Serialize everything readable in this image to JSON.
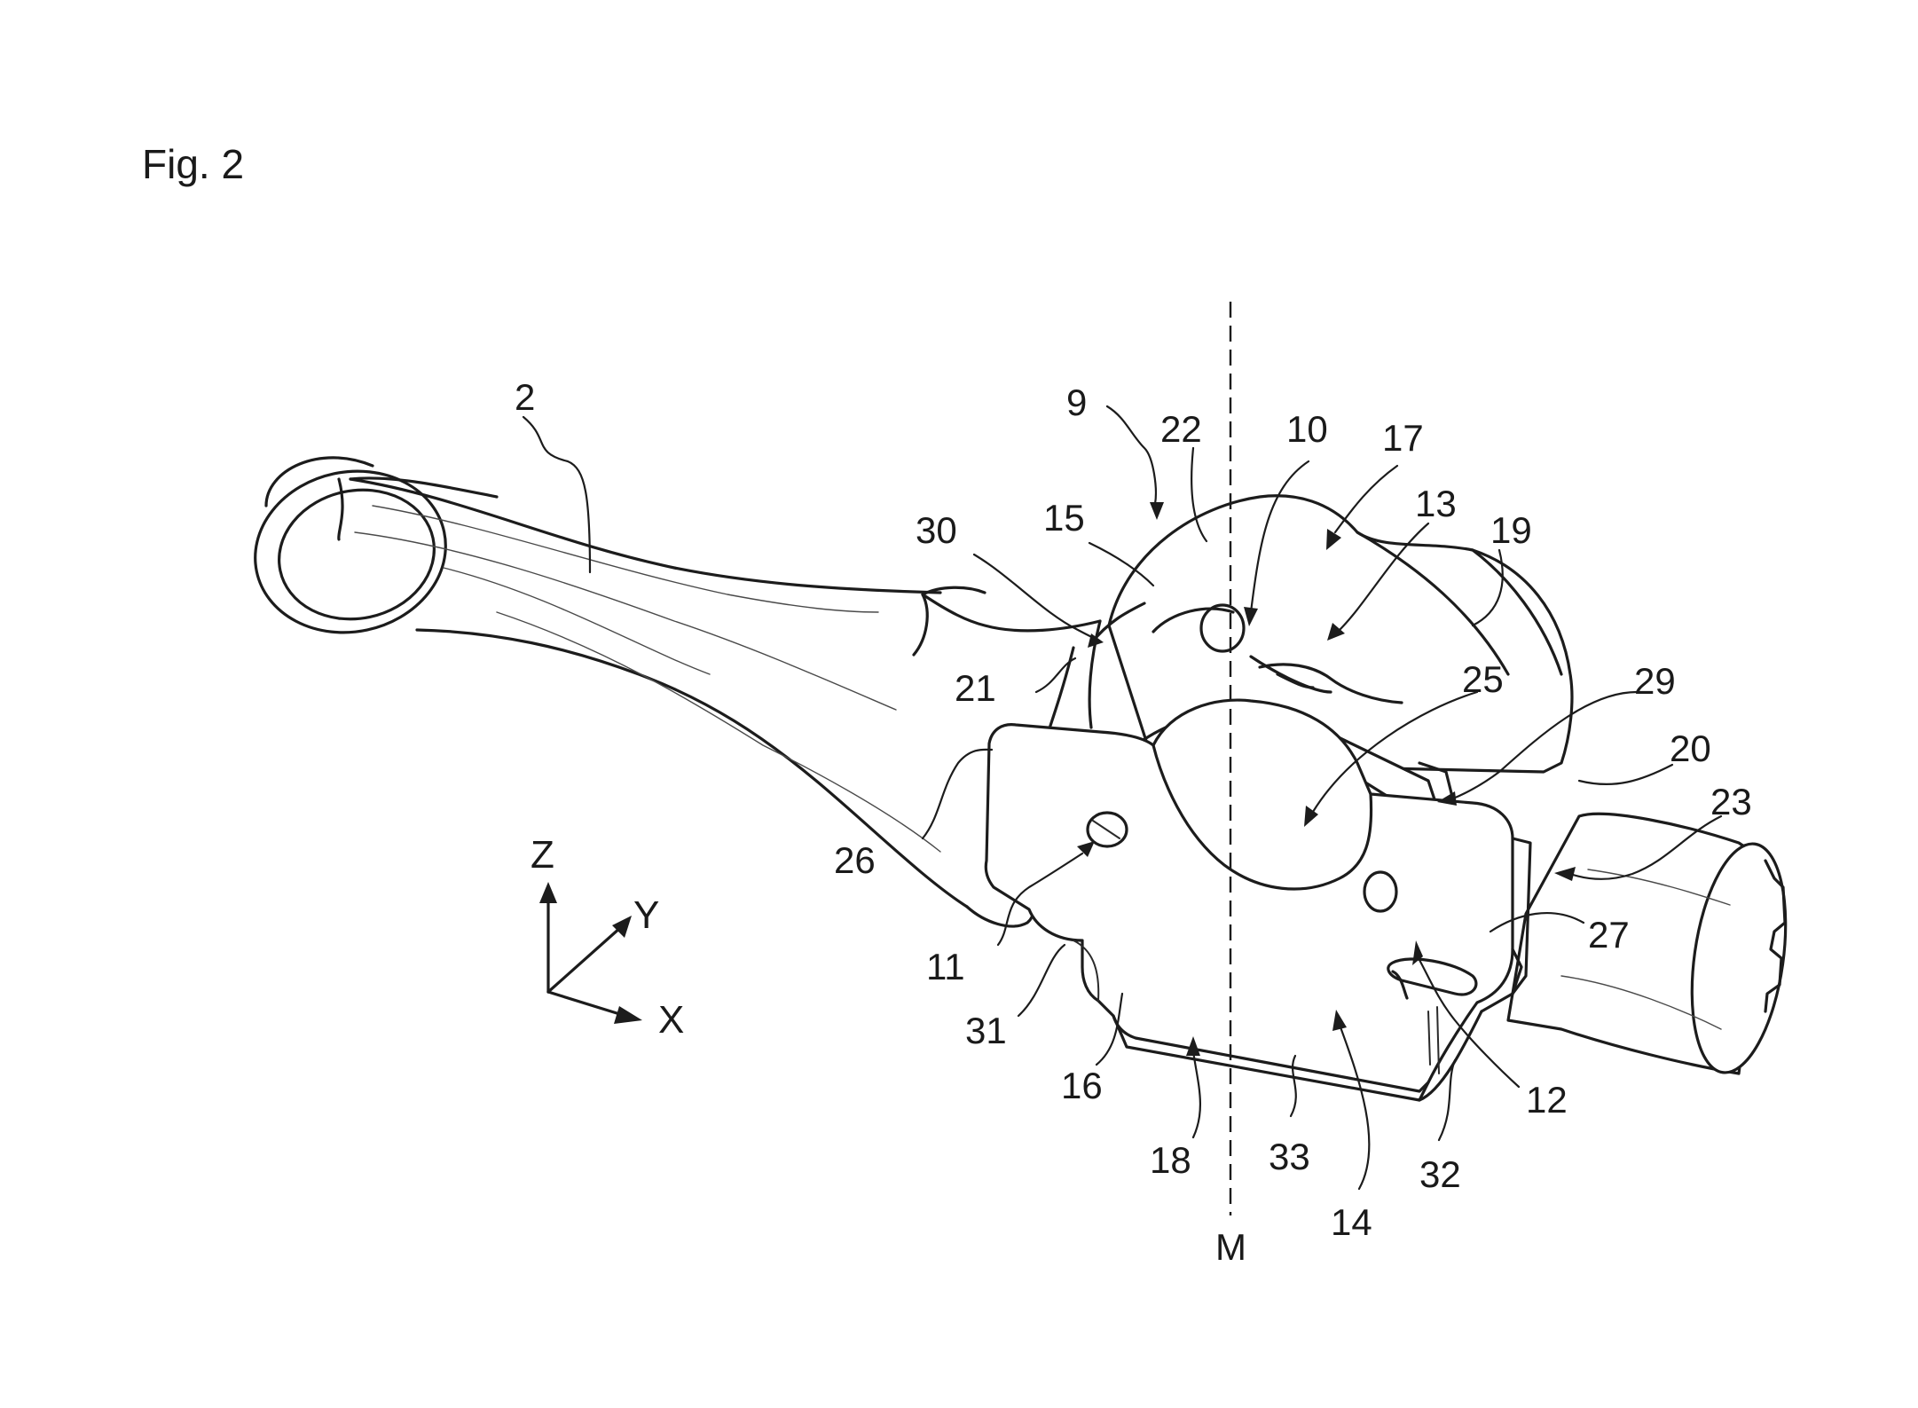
{
  "figure": {
    "title": "Fig. 2"
  },
  "reference_numerals": [
    {
      "id": "n2",
      "text": "2"
    },
    {
      "id": "n9",
      "text": "9"
    },
    {
      "id": "n22",
      "text": "22"
    },
    {
      "id": "n10",
      "text": "10"
    },
    {
      "id": "n17",
      "text": "17"
    },
    {
      "id": "n13",
      "text": "13"
    },
    {
      "id": "n19",
      "text": "19"
    },
    {
      "id": "n30",
      "text": "30"
    },
    {
      "id": "n15",
      "text": "15"
    },
    {
      "id": "n21",
      "text": "21"
    },
    {
      "id": "n25",
      "text": "25"
    },
    {
      "id": "n29",
      "text": "29"
    },
    {
      "id": "n20",
      "text": "20"
    },
    {
      "id": "n23",
      "text": "23"
    },
    {
      "id": "n26",
      "text": "26"
    },
    {
      "id": "n27",
      "text": "27"
    },
    {
      "id": "n11",
      "text": "11"
    },
    {
      "id": "n31",
      "text": "31"
    },
    {
      "id": "n16",
      "text": "16"
    },
    {
      "id": "n18",
      "text": "18"
    },
    {
      "id": "n33",
      "text": "33"
    },
    {
      "id": "n14",
      "text": "14"
    },
    {
      "id": "n32",
      "text": "32"
    },
    {
      "id": "n12",
      "text": "12"
    },
    {
      "id": "nM",
      "text": "M"
    }
  ],
  "axes": {
    "z": "Z",
    "y": "Y",
    "x": "X"
  },
  "colors": {
    "ink": "#1c1c1c",
    "paper": "#ffffff"
  }
}
